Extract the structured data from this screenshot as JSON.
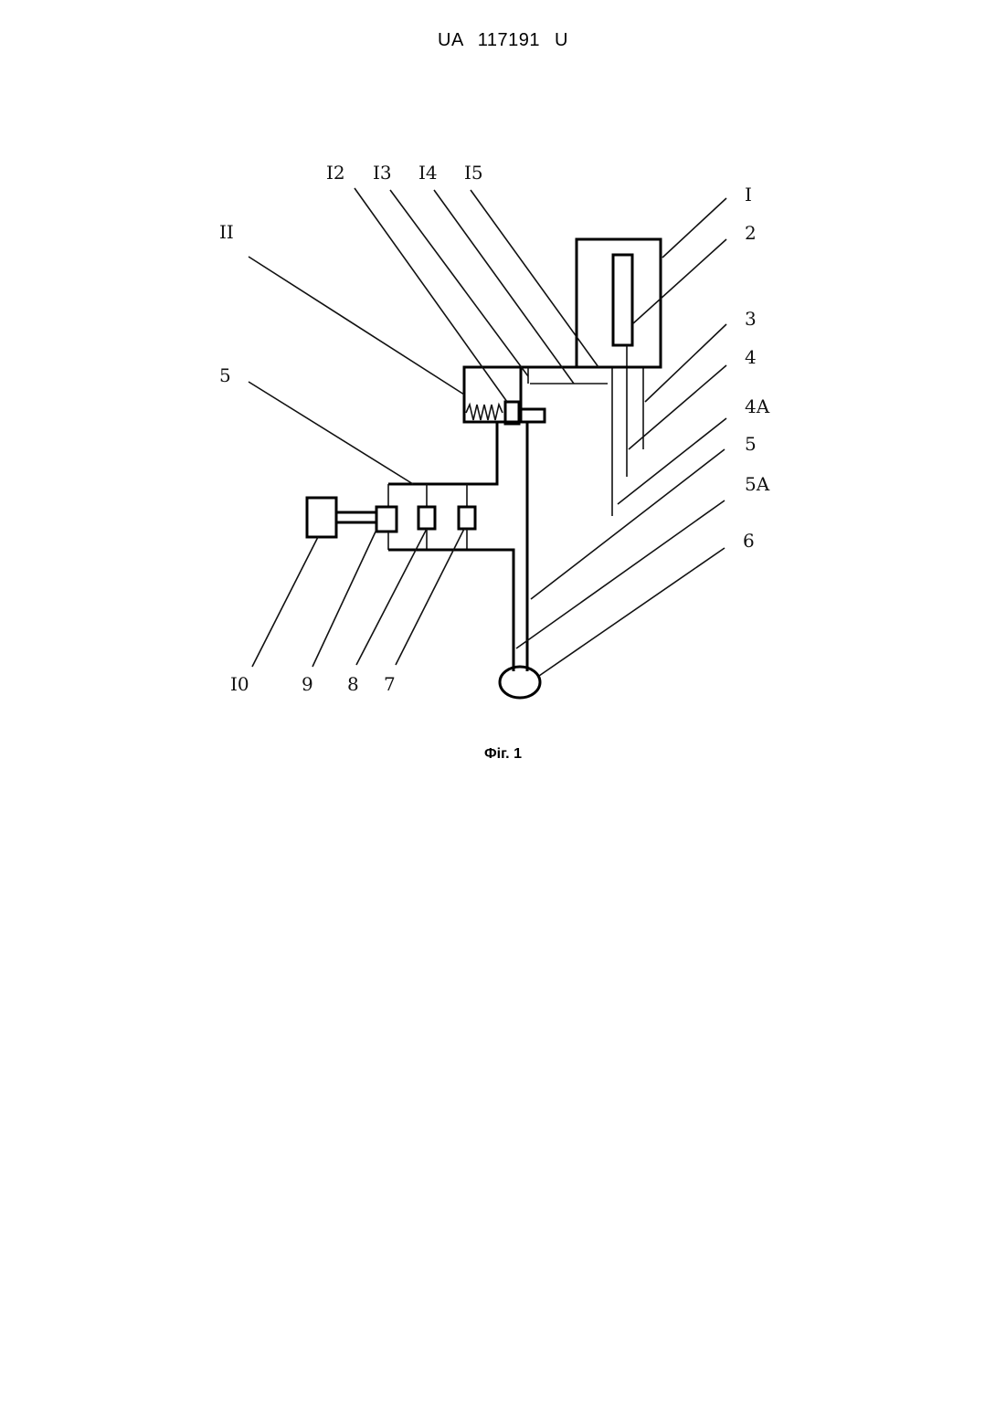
{
  "header": {
    "doc_number": "UA 117191 U"
  },
  "figure": {
    "caption": "Фіг. 1",
    "labels": {
      "l_I": "I",
      "l_2": "2",
      "l_3": "3",
      "l_4": "4",
      "l_4A": "4A",
      "l_5_right": "5",
      "l_5A": "5A",
      "l_6": "6",
      "l_II": "II",
      "l_12": "I2",
      "l_13": "I3",
      "l_14": "I4",
      "l_15": "I5",
      "l_5_left": "5",
      "l_10": "I0",
      "l_9": "9",
      "l_8": "8",
      "l_7": "7"
    }
  }
}
